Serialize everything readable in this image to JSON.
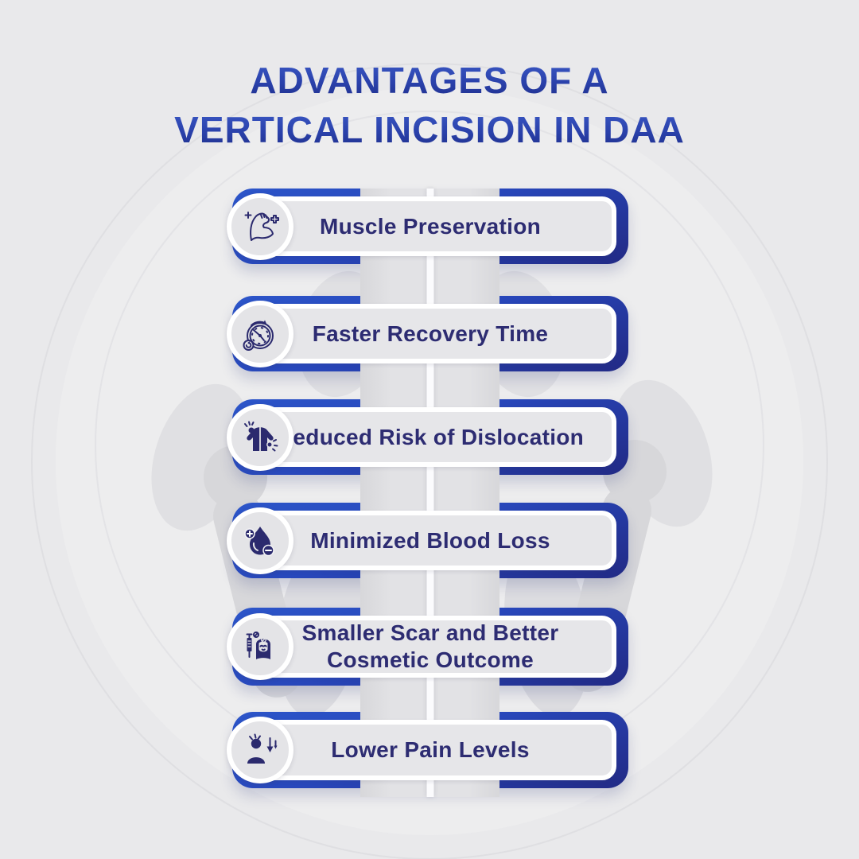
{
  "title": {
    "line1": "ADVANTAGES OF A",
    "line2": "VERTICAL INCISION IN DAA"
  },
  "cards": [
    {
      "label": "Muscle Preservation",
      "icon": "muscle-preservation-icon"
    },
    {
      "label": "Faster Recovery Time",
      "icon": "speedometer-icon"
    },
    {
      "label": "Reduced Risk of Dislocation",
      "icon": "hip-dislocation-icon"
    },
    {
      "label": "Minimized Blood Loss",
      "icon": "blood-drop-icon"
    },
    {
      "label": "Smaller Scar and Better Cosmetic Outcome",
      "icon": "cosmetic-outcome-icon"
    },
    {
      "label": "Lower Pain Levels",
      "icon": "pain-reduction-icon"
    }
  ],
  "colors": {
    "background": "#e9e9eb",
    "band": "#e2e2e5",
    "card_fill": "#e6e6e9",
    "frame_blue_light": "#2c55c9",
    "frame_blue_dark": "#222a85",
    "title_gradient_top": "#3f5ecb",
    "title_gradient_bottom": "#1d2b84",
    "text_navy": "#2d2c72",
    "icon_navy": "#2b2a6e",
    "white": "#ffffff"
  }
}
